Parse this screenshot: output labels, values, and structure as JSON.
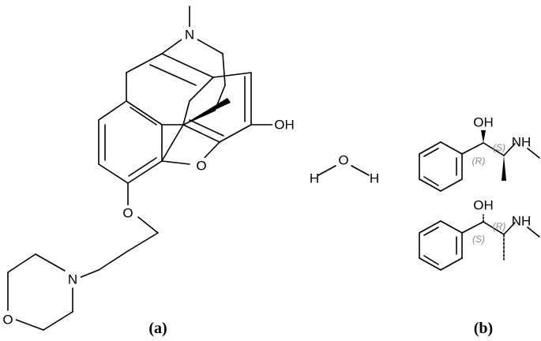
{
  "panels": {
    "a": {
      "label": "(a)",
      "atoms": {
        "n_bridge": "N",
        "o_hydroxyl": "OH",
        "o_furan": "O",
        "o_ether": "O",
        "n_morpholine": "N",
        "o_morpholine": "O"
      }
    },
    "water": {
      "h_left": "H",
      "o": "O",
      "h_right": "H"
    },
    "b": {
      "label": "(b)",
      "top": {
        "oh": "OH",
        "nh": "NH",
        "stereo1": "(R)",
        "stereo2": "(S)"
      },
      "bottom": {
        "oh": "OH",
        "nh": "NH",
        "stereo1": "(S)",
        "stereo2": "(R)"
      }
    }
  }
}
